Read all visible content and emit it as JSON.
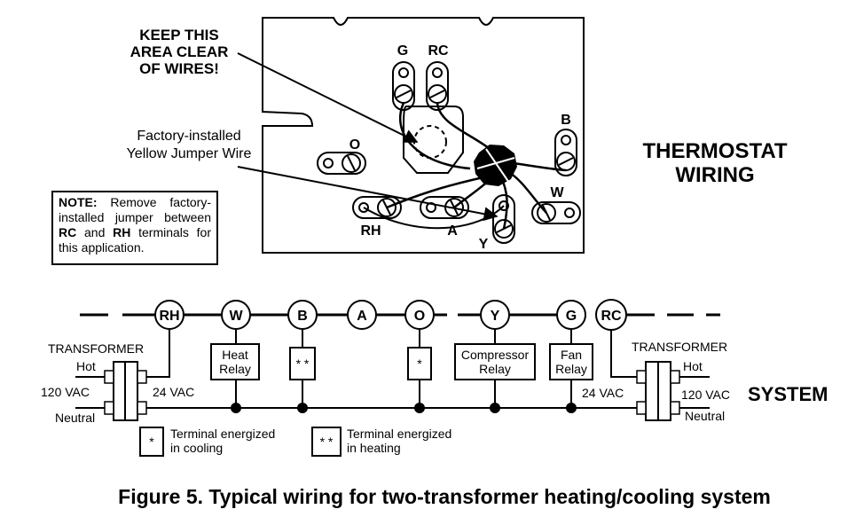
{
  "callouts": {
    "keep_clear": [
      "KEEP THIS",
      "AREA CLEAR",
      "OF WIRES!"
    ],
    "jumper": [
      "Factory-installed",
      "Yellow Jumper Wire"
    ]
  },
  "thermostat_terminals": {
    "g": "G",
    "rc": "RC",
    "b": "B",
    "o": "O",
    "w": "W",
    "rh": "RH",
    "a": "A",
    "y": "Y"
  },
  "title": [
    "THERMOSTAT",
    "WIRING"
  ],
  "note": {
    "label": "NOTE:",
    "text_1": " Remove factory-installed jumper between ",
    "rc": "RC",
    "and": " and ",
    "rh": "RH",
    "text_2": " terminals for this application."
  },
  "system_terminals": [
    "RH",
    "W",
    "B",
    "A",
    "O",
    "Y",
    "G",
    "RC"
  ],
  "relays": {
    "heat": [
      "Heat",
      "Relay"
    ],
    "b_box": "* *",
    "o_box": "*",
    "compressor": [
      "Compressor",
      "Relay"
    ],
    "fan": [
      "Fan",
      "Relay"
    ]
  },
  "transformer_left": {
    "label": "TRANSFORMER",
    "hot": "Hot",
    "vac_in": "120 VAC",
    "neutral": "Neutral",
    "vac_out": "24 VAC"
  },
  "transformer_right": {
    "label": "TRANSFORMER",
    "hot": "Hot",
    "vac_in": "120 VAC",
    "neutral": "Neutral",
    "vac_out": "24 VAC"
  },
  "system_label": "SYSTEM",
  "legend": [
    {
      "symbol": "*",
      "text": [
        "Terminal energized",
        "in cooling"
      ]
    },
    {
      "symbol": "* *",
      "text": [
        "Terminal energized",
        "in heating"
      ]
    }
  ],
  "caption": "Figure 5. Typical wiring for two-transformer heating/cooling system"
}
